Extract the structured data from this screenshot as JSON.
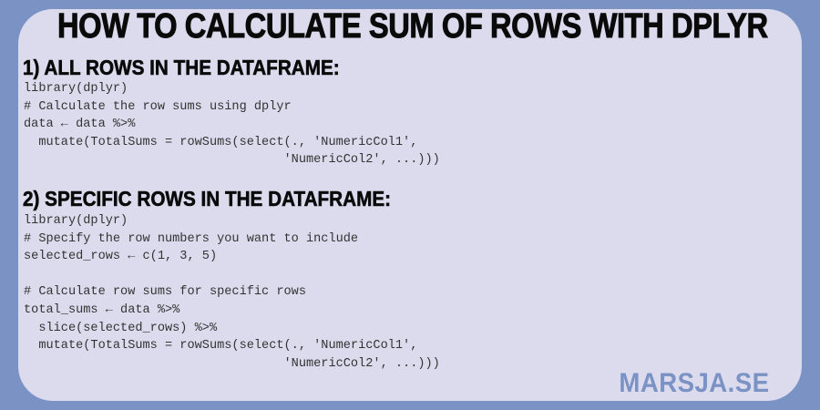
{
  "title": "HOW TO CALCULATE SUM OF ROWS WITH DPLYR",
  "section1": {
    "heading": "1) ALL ROWS IN THE DATAFRAME:",
    "code": [
      "library(dplyr)",
      "# Calculate the row sums using dplyr",
      "data ← data %>%",
      "  mutate(TotalSums = rowSums(select(., 'NumericCol1',",
      "                                   'NumericCol2', ...)))"
    ]
  },
  "section2": {
    "heading": "2) SPECIFIC ROWS IN THE DATAFRAME:",
    "code": [
      "library(dplyr)",
      "# Specify the row numbers you want to include",
      "selected_rows ← c(1, 3, 5)",
      "",
      "# Calculate row sums for specific rows",
      "total_sums ← data %>%",
      "  slice(selected_rows) %>%",
      "  mutate(TotalSums = rowSums(select(., 'NumericCol1',",
      "                                   'NumericCol2', ...)))"
    ]
  },
  "logo": "MARSJA.SE",
  "colors": {
    "background": "#7a92c4",
    "card": "#dcdbee"
  }
}
